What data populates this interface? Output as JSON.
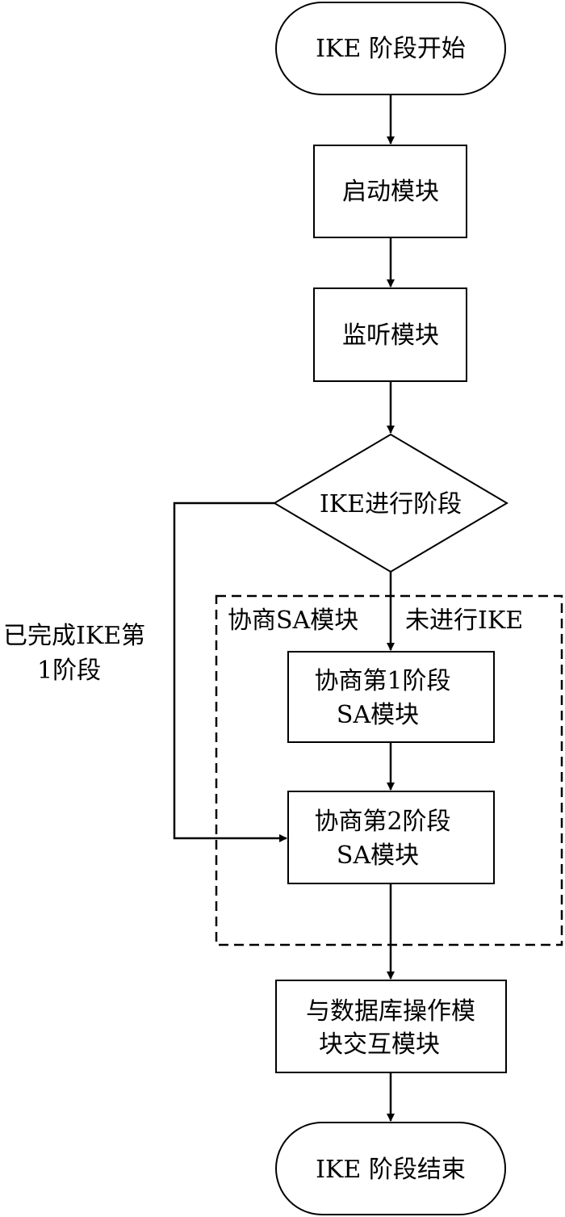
{
  "nodes": {
    "start": "IKE 阶段开始",
    "launch": "启动模块",
    "listen": "监听模块",
    "decision": "IKE进行阶段",
    "phase1": [
      "协商第1阶段",
      "SA模块"
    ],
    "phase2": [
      "协商第2阶段",
      "SA模块"
    ],
    "db": [
      "与数据库操作模",
      "块交互模块"
    ],
    "end": "IKE 阶段结束"
  },
  "group": {
    "label": "协商SA模块"
  },
  "edges": {
    "not_started": "未进行IKE",
    "phase1_done": [
      "已完成IKE第",
      "1阶段"
    ]
  }
}
